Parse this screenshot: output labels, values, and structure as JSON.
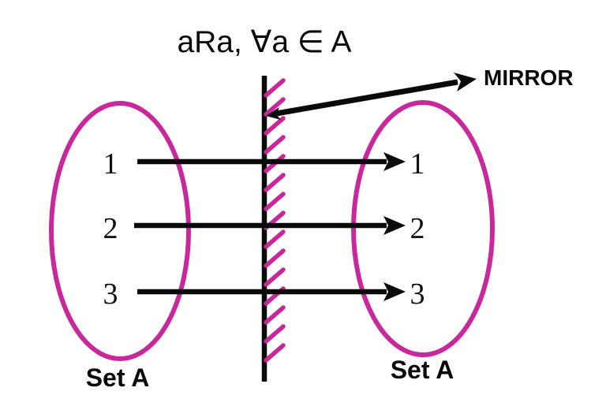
{
  "title": "aRa, ∀a ∈ A",
  "mirror": {
    "label": "MIRROR"
  },
  "sets": {
    "left": {
      "label": "Set A",
      "elements": [
        "1",
        "2",
        "3"
      ]
    },
    "right": {
      "label": "Set A",
      "elements": [
        "1",
        "2",
        "3"
      ]
    }
  },
  "relation": {
    "type": "reflexive",
    "mappings": [
      {
        "from": "1",
        "to": "1"
      },
      {
        "from": "2",
        "to": "2"
      },
      {
        "from": "3",
        "to": "3"
      }
    ]
  },
  "colors": {
    "magenta": "#C9289C",
    "ink": "#0a0a0a"
  }
}
